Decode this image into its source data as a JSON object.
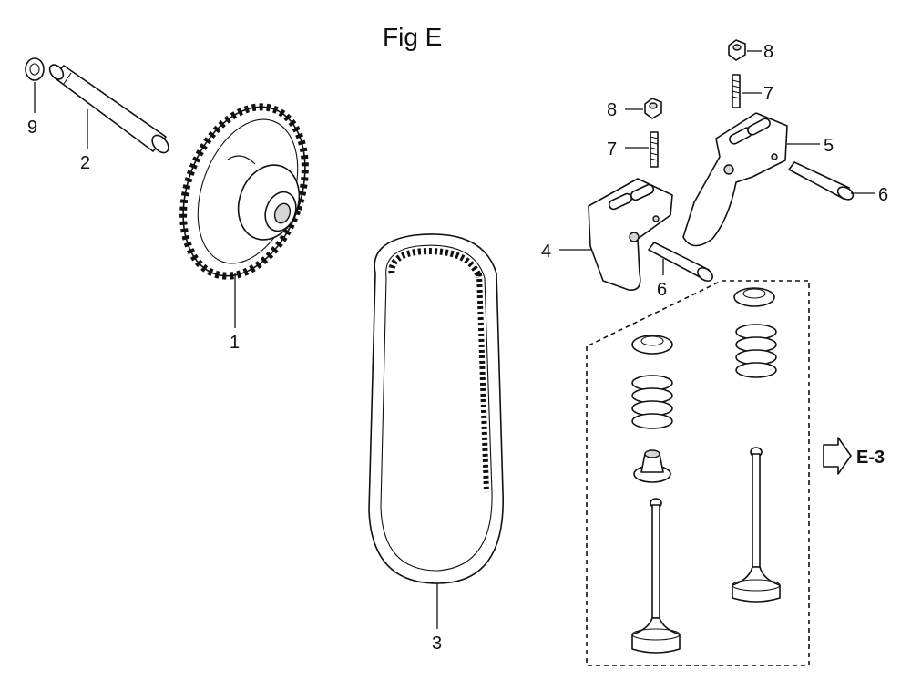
{
  "figure": {
    "title": "Fig E",
    "reference": "E-3"
  },
  "callouts": {
    "c1": "1",
    "c2": "2",
    "c3": "3",
    "c4": "4",
    "c5": "5",
    "c6a": "6",
    "c6b": "6",
    "c7a": "7",
    "c7b": "7",
    "c8a": "8",
    "c8b": "8",
    "c9": "9"
  }
}
